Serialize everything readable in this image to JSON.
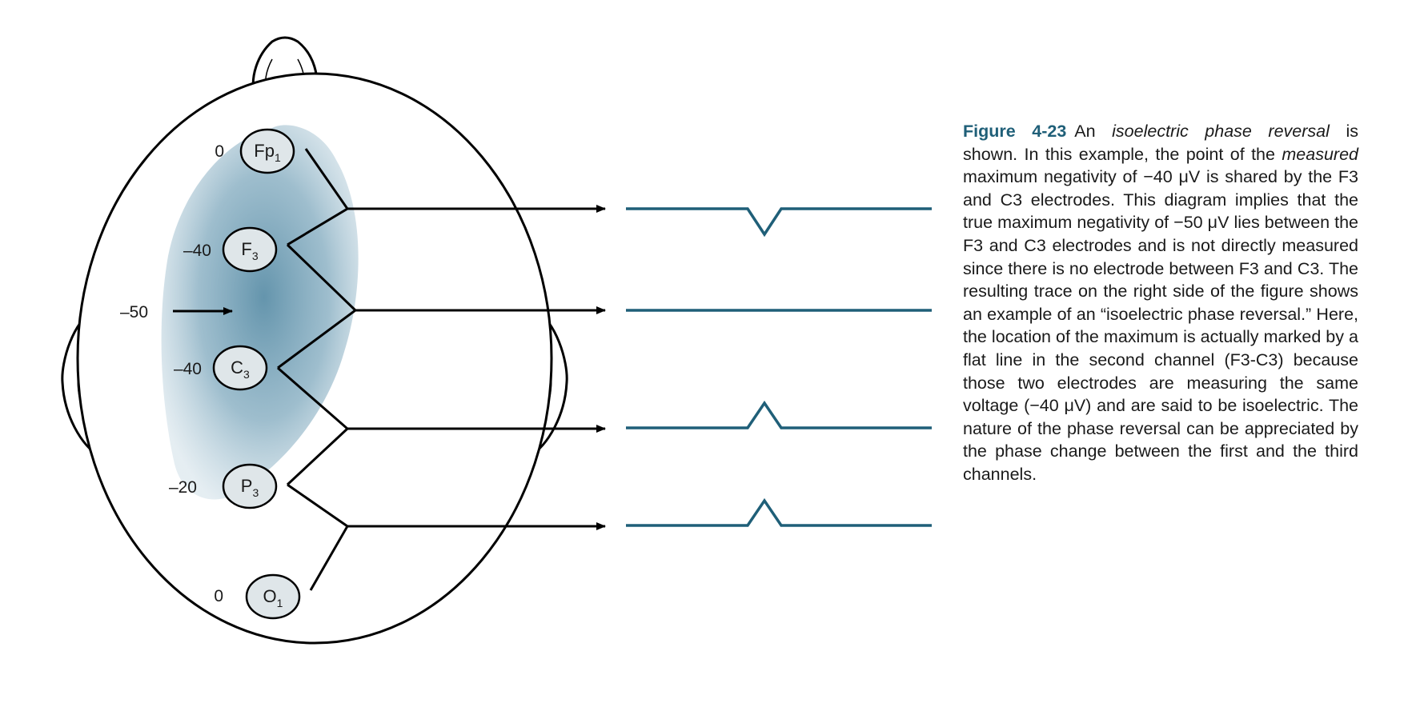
{
  "electrodes": [
    {
      "id": "fp1",
      "main": "Fp",
      "sub": "1",
      "voltage": "0"
    },
    {
      "id": "f3",
      "main": "F",
      "sub": "3",
      "voltage": "–40"
    },
    {
      "id": "c3",
      "main": "C",
      "sub": "3",
      "voltage": "–40"
    },
    {
      "id": "p3",
      "main": "P",
      "sub": "3",
      "voltage": "–20"
    },
    {
      "id": "o1",
      "main": "O",
      "sub": "1",
      "voltage": "0"
    }
  ],
  "max_point_label": "–50",
  "colors": {
    "trace": "#1f5f78",
    "field": "#5c8fa8",
    "electrode_fill": "#dfe6e9",
    "outline": "#000000",
    "caption_label": "#1f5f78"
  },
  "caption": {
    "figure_label": "Figure 4-23",
    "segments": [
      {
        "text": "An ",
        "style": "normal"
      },
      {
        "text": "isoelectric phase reversal",
        "style": "italic"
      },
      {
        "text": " is shown. In this example, the point of the ",
        "style": "normal"
      },
      {
        "text": "measured",
        "style": "italic"
      },
      {
        "text": " maximum negativity of −40 μV is shared by the F3 and C3 electrodes. This diagram implies that the true maximum negativity of −50 μV lies between the F3 and C3 electrodes and is not directly measured since there is no electrode between F3 and C3. The resulting trace on the right side of the figure shows an example of an “isoelectric phase reversal.” Here, the location of the maximum is actually marked by a flat line in the second channel (F3-C3) because those two electrodes are measuring the same voltage (−40 μV) and are said to be isoelectric. The nature of the phase reversal can be appreciated by the phase change between the first and the third channels.",
        "style": "normal"
      }
    ]
  }
}
